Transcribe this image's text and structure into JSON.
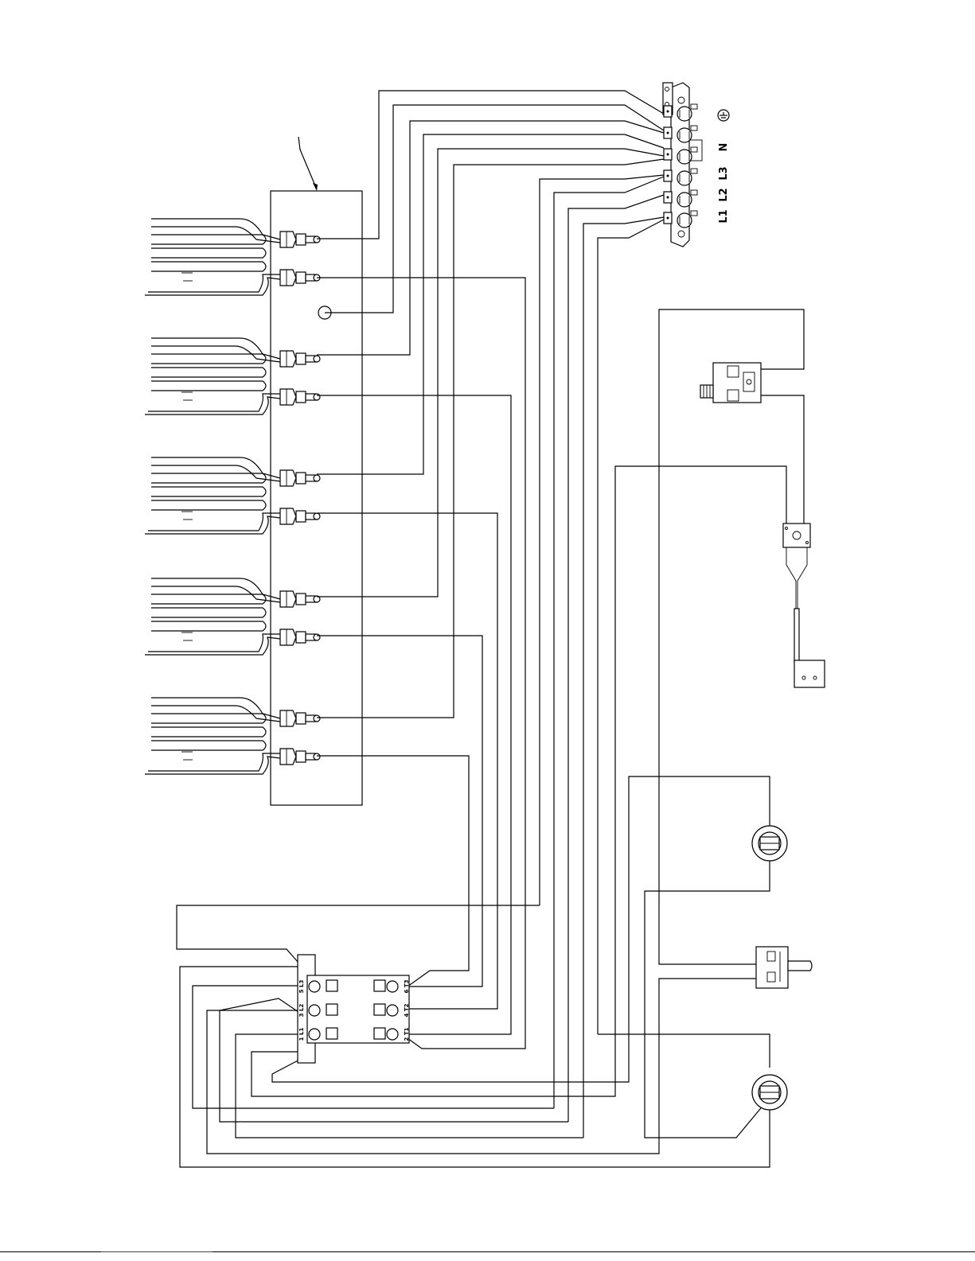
{
  "terminal_block": {
    "labels": [
      "N",
      "L3",
      "L2",
      "L1"
    ],
    "earth_symbol": "earth-ground-icon"
  },
  "contactor": {
    "left_labels": [
      "5 L3",
      "3 L2",
      "1 L1"
    ],
    "right_labels": [
      "6 T3",
      "4 T2",
      "2 T1"
    ]
  },
  "colors": {
    "line": "#000000",
    "background": "#ffffff",
    "footer_link": "#3333cc"
  }
}
